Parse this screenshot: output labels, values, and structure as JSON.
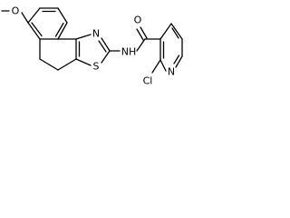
{
  "structure": {
    "atoms": {
      "methoxy_o": "O",
      "thiazole_n": "N",
      "thiazole_s": "S",
      "amide_nh": "NH",
      "amide_o": "O",
      "pyridine_n": "N",
      "chloro": "Cl"
    },
    "colors": {
      "bond": "#000000",
      "label": "#000000",
      "background": "#ffffff"
    }
  }
}
